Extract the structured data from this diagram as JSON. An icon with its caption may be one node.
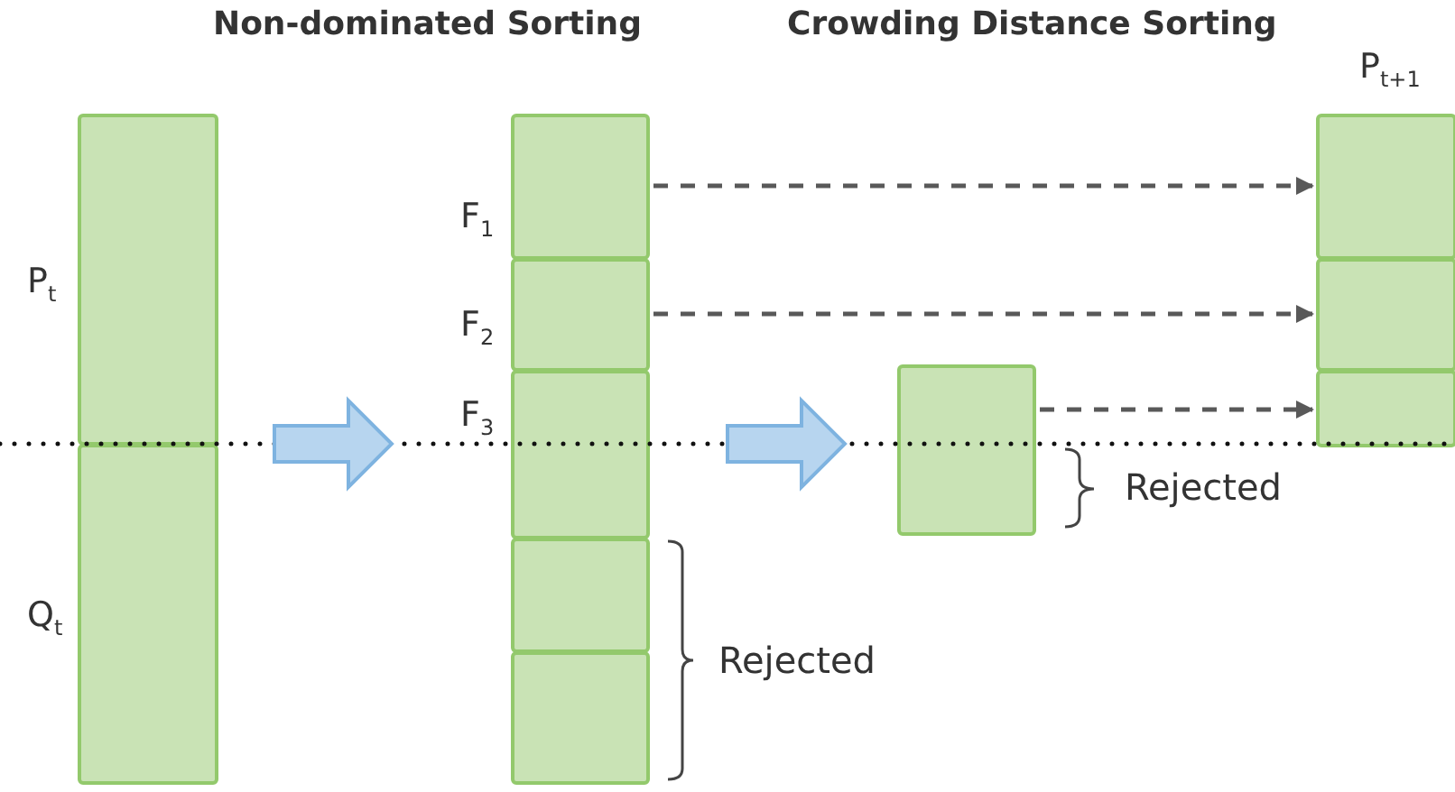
{
  "diagram": {
    "nodes": [
      {
        "text": [
          "P$_{t}$"
        ]
      },
      {
        "text": [
          "Q$_{t}$"
        ]
      },
      {
        "text": [
          "F$_{1}$"
        ]
      },
      {
        "text": [
          "F$_{2}$"
        ]
      },
      {
        "text": [
          "F$_{3}$"
        ]
      },
      {
        "text": [],
        "shape": "box"
      },
      {
        "text": [],
        "shape": "box"
      },
      {
        "text": [],
        "shape": "box"
      },
      {
        "text": [
          "P$_{t+1}$"
        ]
      },
      {
        "text": [],
        "shape": "box"
      },
      {
        "text": [],
        "shape": "box"
      }
    ],
    "edges": [
      {
        "from": 0,
        "to": 4,
        "arrow": "to",
        "style": "thick",
        "color": "#7eb3e0"
      },
      {
        "from": 2,
        "to": 8,
        "arrow": "to",
        "style": "dashed"
      },
      {
        "from": 3,
        "to": 9,
        "arrow": "to",
        "style": "dashed"
      },
      {
        "from": 4,
        "to": 7,
        "arrow": "to",
        "style": "thick",
        "color": "#7eb3e0"
      },
      {
        "from": 7,
        "to": 10,
        "arrow": "to",
        "style": "dashed"
      }
    ],
    "labels": [
      "Non-dominated Sorting",
      "Crowding Distance Sorting",
      "Rejected",
      "Rejected"
    ]
  }
}
